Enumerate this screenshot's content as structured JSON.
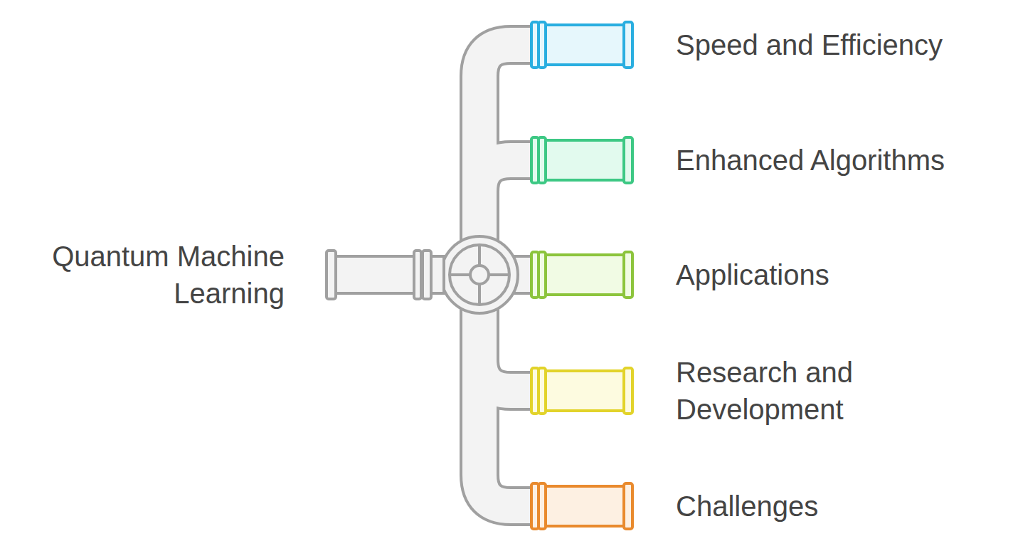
{
  "diagram": {
    "nodes": [
      {
        "text": [
          "Quantum Machine Learning"
        ]
      },
      {
        "text": [
          "Speed and Efficiency"
        ]
      },
      {
        "text": [
          "Enhanced Algorithms"
        ]
      },
      {
        "text": [
          "Applications"
        ]
      },
      {
        "text": [
          "Research and Development"
        ]
      },
      {
        "text": [
          "Challenges"
        ]
      }
    ],
    "edges": [
      {
        "from": 0,
        "to": 1,
        "arrow": "none"
      },
      {
        "from": 0,
        "to": 2,
        "arrow": "none"
      },
      {
        "from": 0,
        "to": 3,
        "arrow": "none"
      },
      {
        "from": 0,
        "to": 4,
        "arrow": "none"
      },
      {
        "from": 0,
        "to": 5,
        "arrow": "none"
      }
    ]
  }
}
